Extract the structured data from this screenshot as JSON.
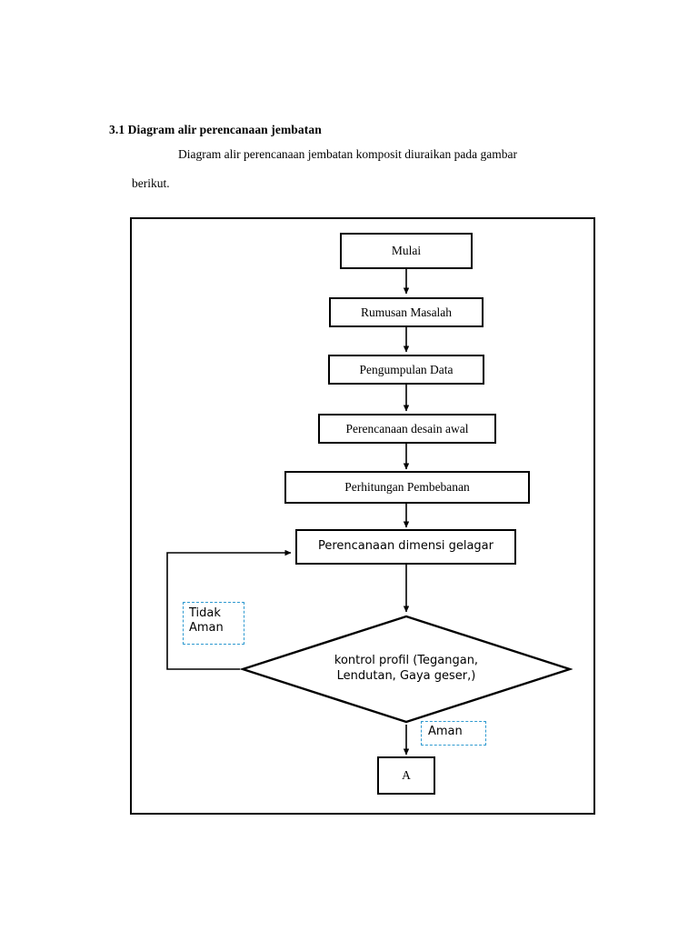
{
  "document": {
    "section_heading": "3.1 Diagram alir perencanaan jembatan",
    "paragraph_line_1": "Diagram alir perencanaan jembatan komposit diuraikan pada gambar",
    "paragraph_line_2": "berikut."
  },
  "flowchart": {
    "nodes": {
      "start": "Mulai",
      "problem": "Rumusan Masalah",
      "data_collection": "Pengumpulan Data",
      "initial_design": "Perencanaan desain awal",
      "loading_calc": "Perhitungan Pembebanan",
      "girder_dimension": "Perencanaan dimensi gelagar",
      "connector_a": "A"
    },
    "decision": {
      "line_1": "kontrol profil (Tegangan,",
      "line_2": "Lendutan, Gaya geser,)"
    },
    "annotations": {
      "not_safe_line_1": "Tidak",
      "not_safe_line_2": "Aman",
      "safe": "Aman"
    },
    "colors": {
      "stroke": "#000000",
      "annotation_border": "#2f9ad0",
      "background": "#ffffff"
    }
  }
}
